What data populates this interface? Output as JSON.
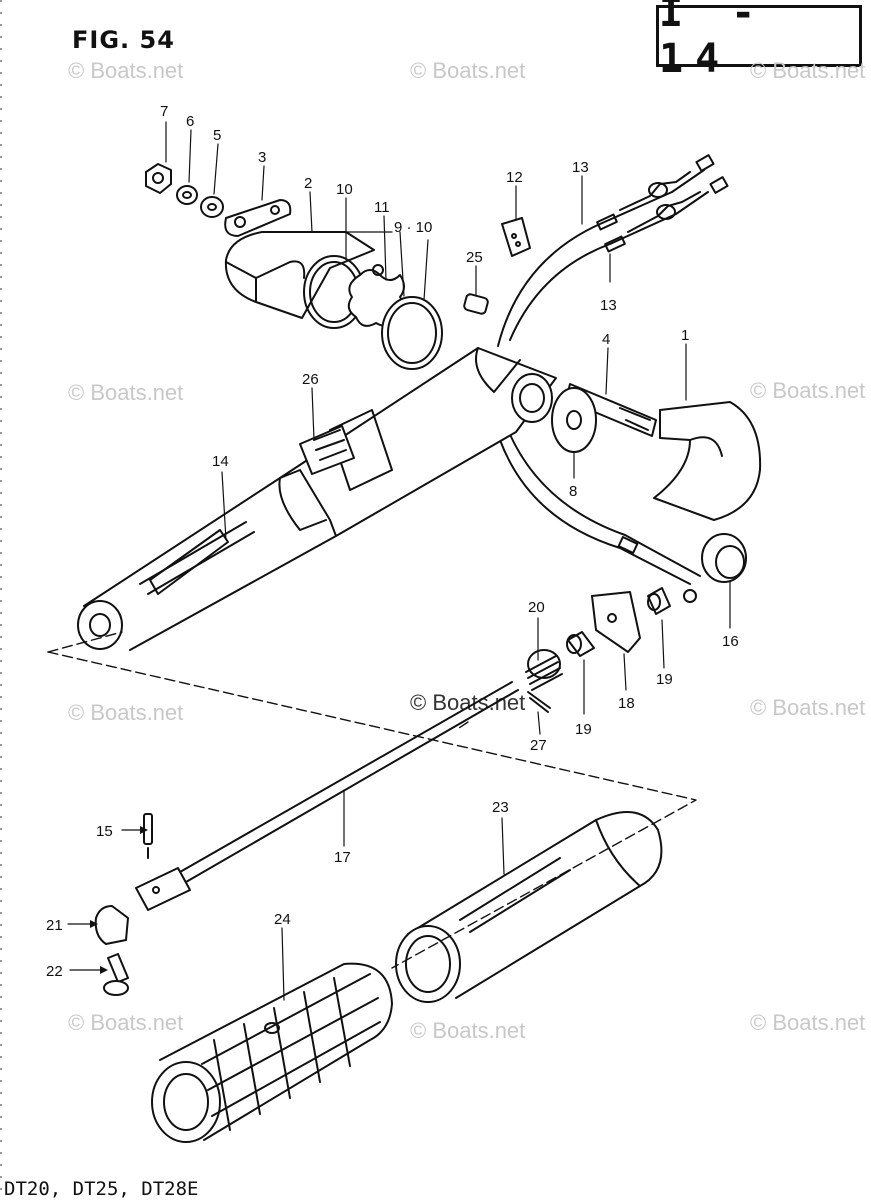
{
  "figure": {
    "title": "FIG. 54",
    "page_id": "I - 14",
    "footer": "DT20, DT25, DT28E"
  },
  "watermark": {
    "text": "© Boats.net",
    "center_text": "© Boats.net"
  },
  "callouts": {
    "p1": "1",
    "p2": "2",
    "p3": "3",
    "p4": "4",
    "p5": "5",
    "p6": "6",
    "p7": "7",
    "p8": "8",
    "p9_10": "9 · 10",
    "p10": "10",
    "p11": "11",
    "p12": "12",
    "p13a": "13",
    "p13b": "13",
    "p14": "14",
    "p15": "15",
    "p16": "16",
    "p17": "17",
    "p18": "18",
    "p19a": "19",
    "p19b": "19",
    "p20": "20",
    "p21": "21",
    "p22": "22",
    "p23": "23",
    "p24": "24",
    "p25": "25",
    "p26": "26",
    "p27": "27"
  },
  "colors": {
    "ink": "#111111",
    "watermark": "#c8c8c8"
  }
}
